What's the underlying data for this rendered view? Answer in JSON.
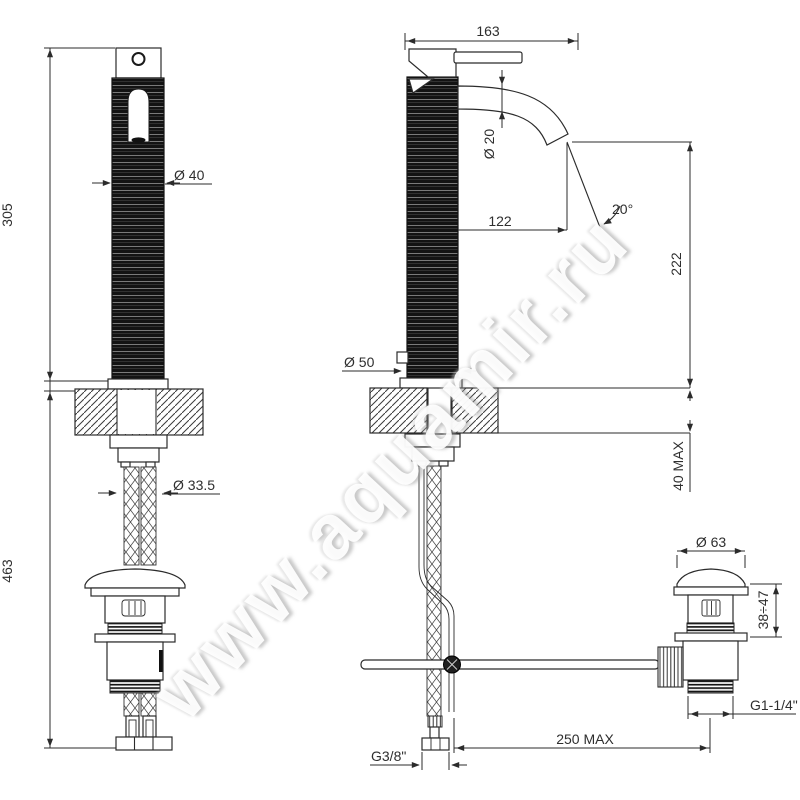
{
  "drawing": {
    "watermark": "www.aquamir.ru",
    "front_view": {
      "height_above_deck": "305",
      "height_below_deck": "463",
      "body_diameter": "Ø 40",
      "hole_diameter": "Ø 33.5"
    },
    "side_view": {
      "total_depth": "163",
      "spout_diameter": "Ø 20",
      "spout_reach": "122",
      "stream_angle": "20°",
      "spout_height": "222",
      "base_diameter": "Ø 50",
      "deck_thickness_max": "40 MAX",
      "supply_connection": "G3/8\""
    },
    "drain_view": {
      "plug_diameter": "Ø 63",
      "height_range": "38÷47",
      "connection": "G1-1/4\"",
      "max_offset": "250 MAX"
    },
    "line_color": "#2b2b2b",
    "body_fill": "#111111"
  }
}
